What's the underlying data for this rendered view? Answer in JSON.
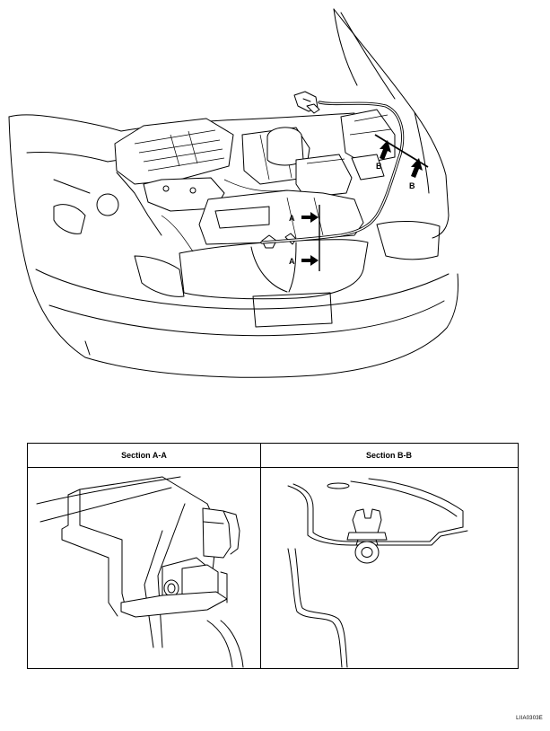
{
  "callouts": {
    "a_upper": "A",
    "a_lower": "A",
    "b_left": "B",
    "b_right": "B"
  },
  "sections": {
    "a_title": "Section A-A",
    "b_title": "Section B-B"
  },
  "ref_code": "LIIA0303E",
  "colors": {
    "ink": "#000000",
    "paper": "#ffffff"
  }
}
